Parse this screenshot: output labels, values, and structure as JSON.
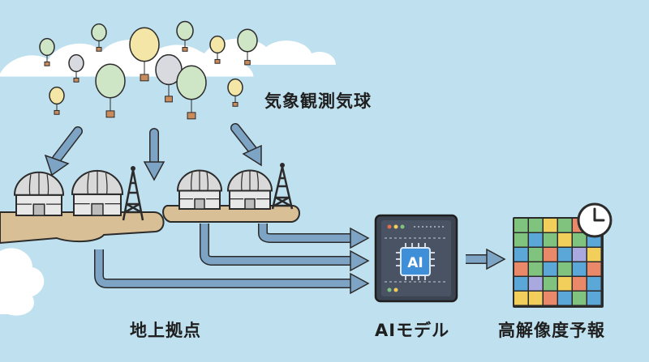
{
  "labels": {
    "balloons": "気象観測気球",
    "ground": "地上拠点",
    "ai_model": "AIモデル",
    "forecast": "高解像度予報"
  },
  "chip_text": "AI",
  "icons": [
    "balloon-icon",
    "observatory-dome-icon",
    "radio-tower-icon",
    "ai-chip-icon",
    "clock-icon",
    "arrow-icon"
  ],
  "colors": {
    "sky": "#bfe0ee",
    "cloud": "#ffffff",
    "ground": "#d8bf95",
    "arrow": "#7ea4c5",
    "outline": "#2b2b2b",
    "server": "#3c4452",
    "chip": "#3f8fd8",
    "grid_colors": [
      "#7fc37f",
      "#5aa7d8",
      "#f2cf5b",
      "#e9896a",
      "#a9a9e0"
    ]
  }
}
